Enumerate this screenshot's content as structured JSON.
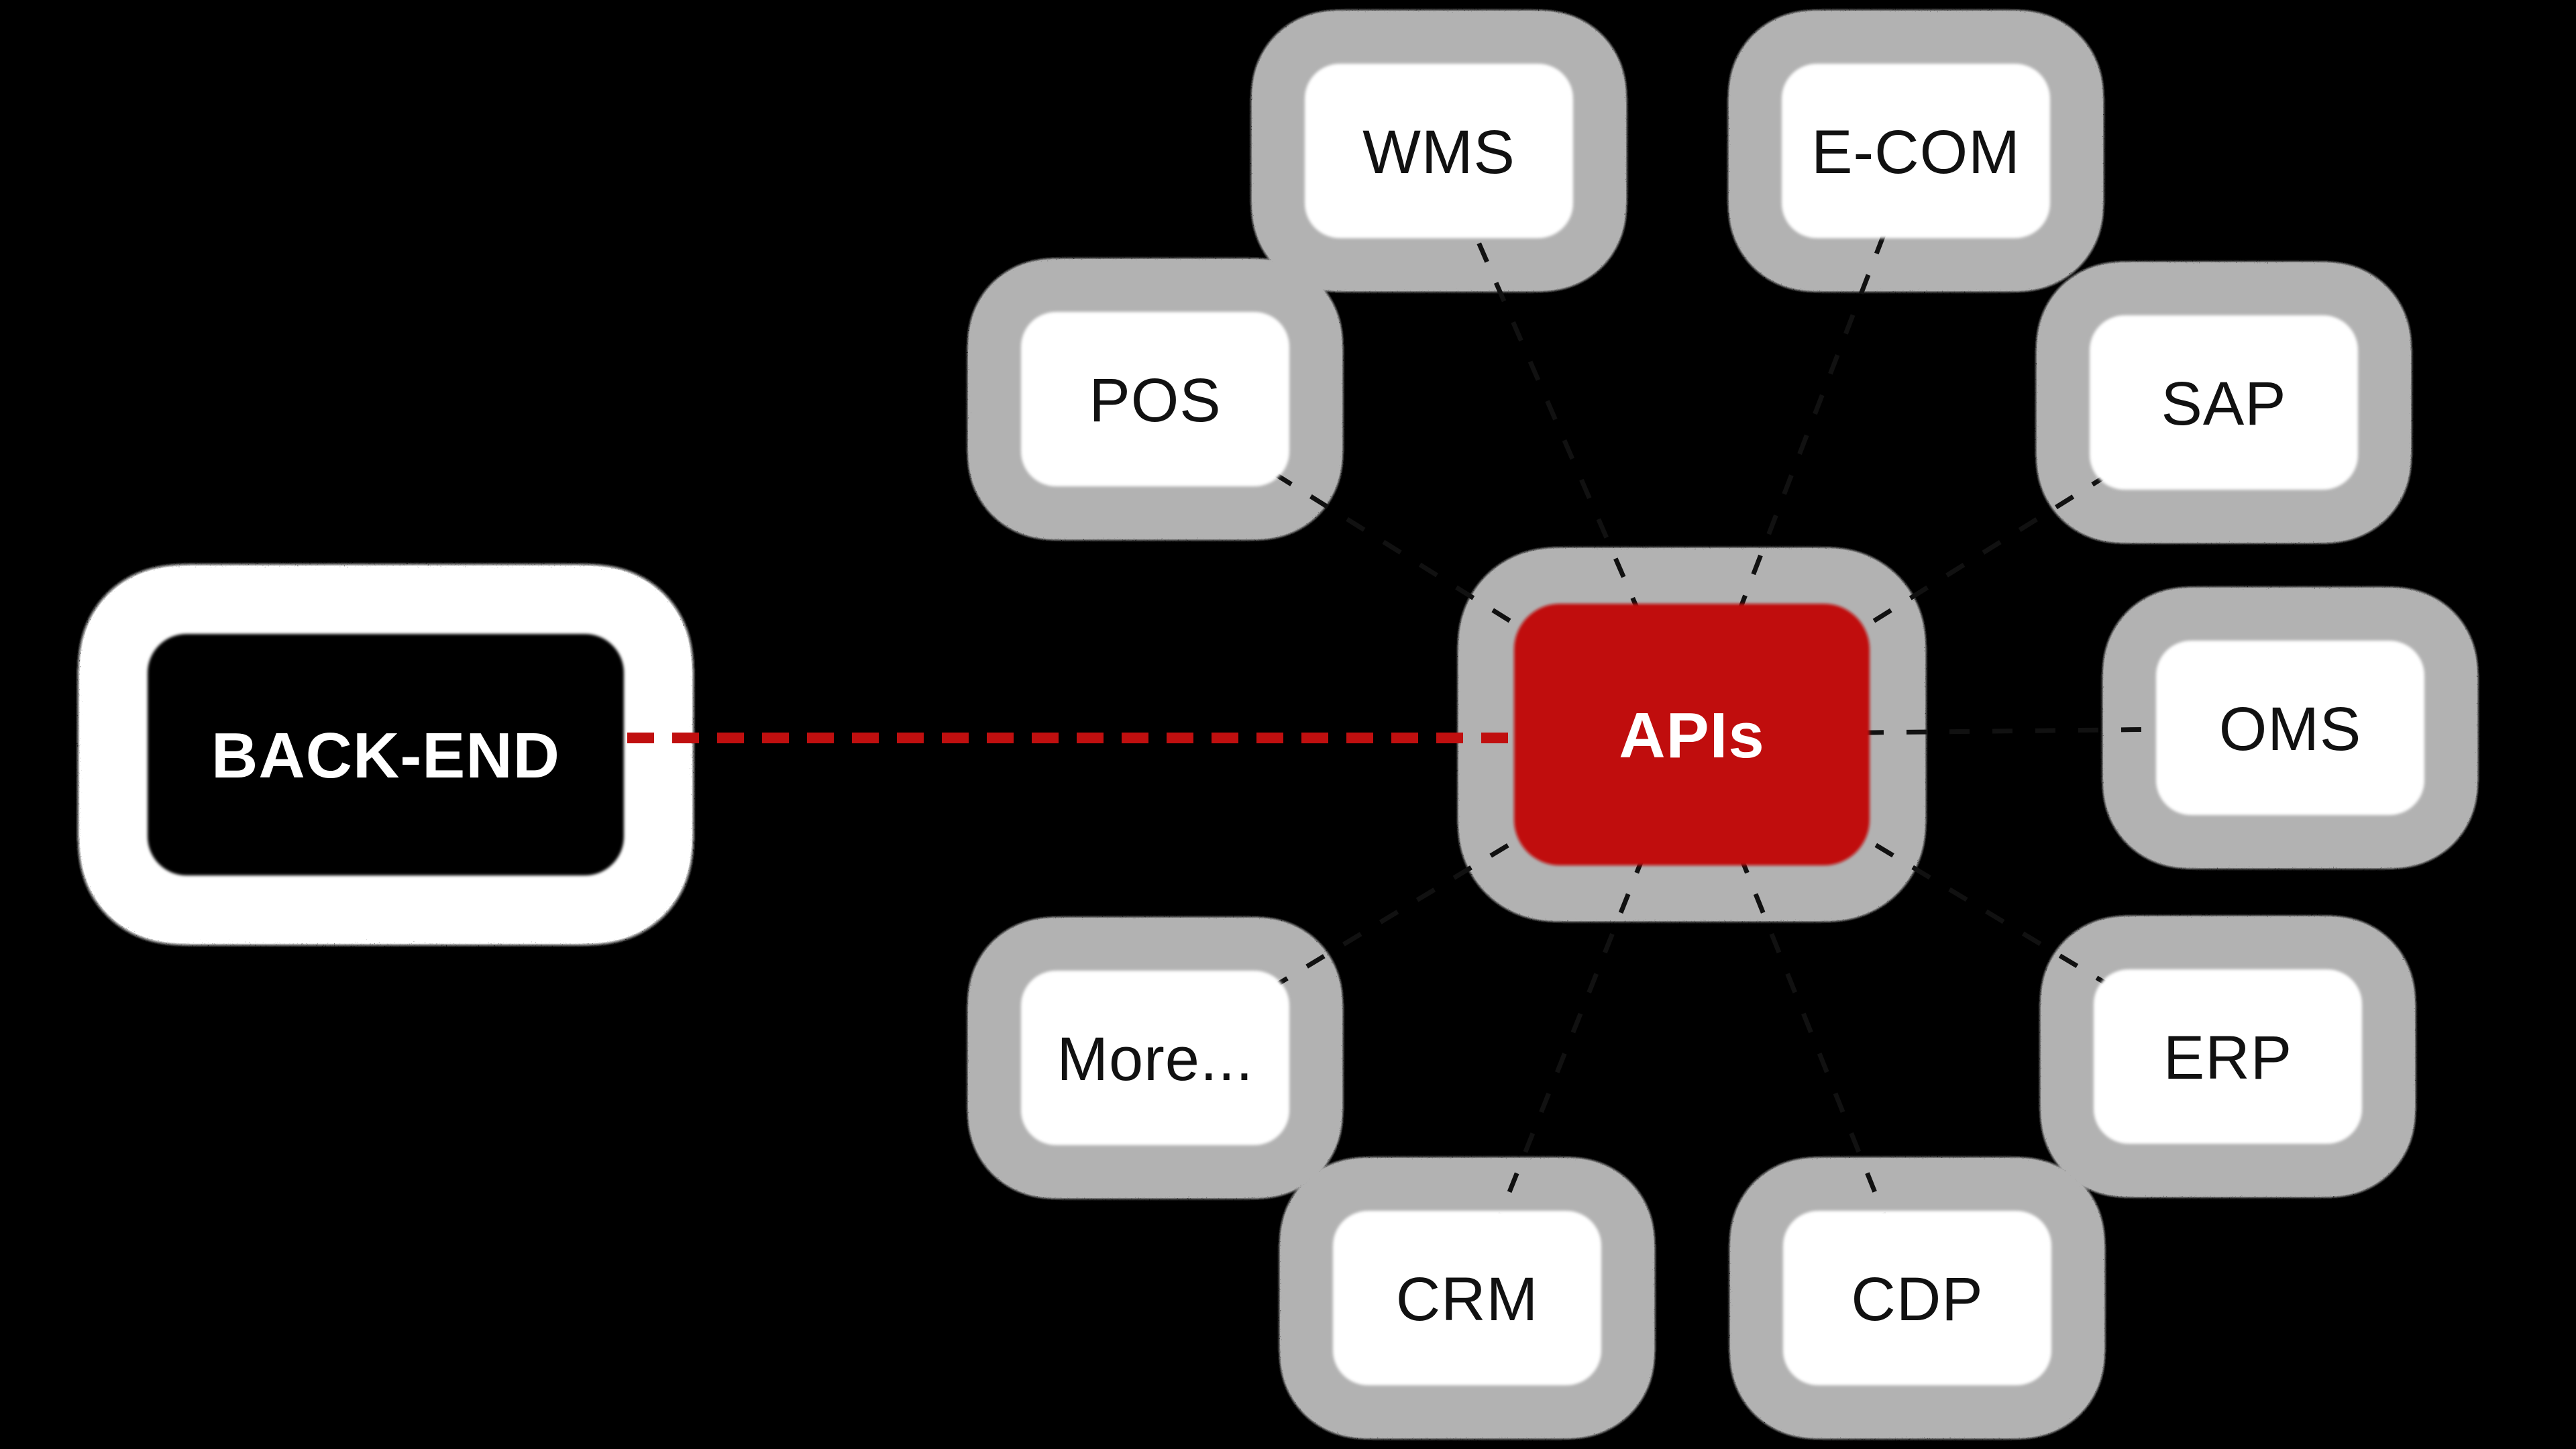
{
  "diagram": {
    "background_color": "#000000",
    "halo_color": "#b2b2b2",
    "satellite_fill": "#ffffff",
    "satellite_text_color": "#111111",
    "center_node": {
      "label": "APIs",
      "fill": "#c00f0f",
      "text_color": "#ffffff"
    },
    "source_node": {
      "label": "BACK-END",
      "fill": "#000000",
      "text_color": "#ffffff",
      "glow_color": "#ffffff"
    },
    "satellite_nodes": [
      {
        "label": "WMS"
      },
      {
        "label": "E-COM"
      },
      {
        "label": "POS"
      },
      {
        "label": "SAP"
      },
      {
        "label": "OMS"
      },
      {
        "label": "ERP"
      },
      {
        "label": "More..."
      },
      {
        "label": "CRM"
      },
      {
        "label": "CDP"
      }
    ],
    "links": {
      "backend_to_apis": {
        "color": "#c00f0f",
        "style": "dashed"
      },
      "apis_to_satellites": {
        "color": "#111111",
        "style": "dashed"
      }
    }
  }
}
